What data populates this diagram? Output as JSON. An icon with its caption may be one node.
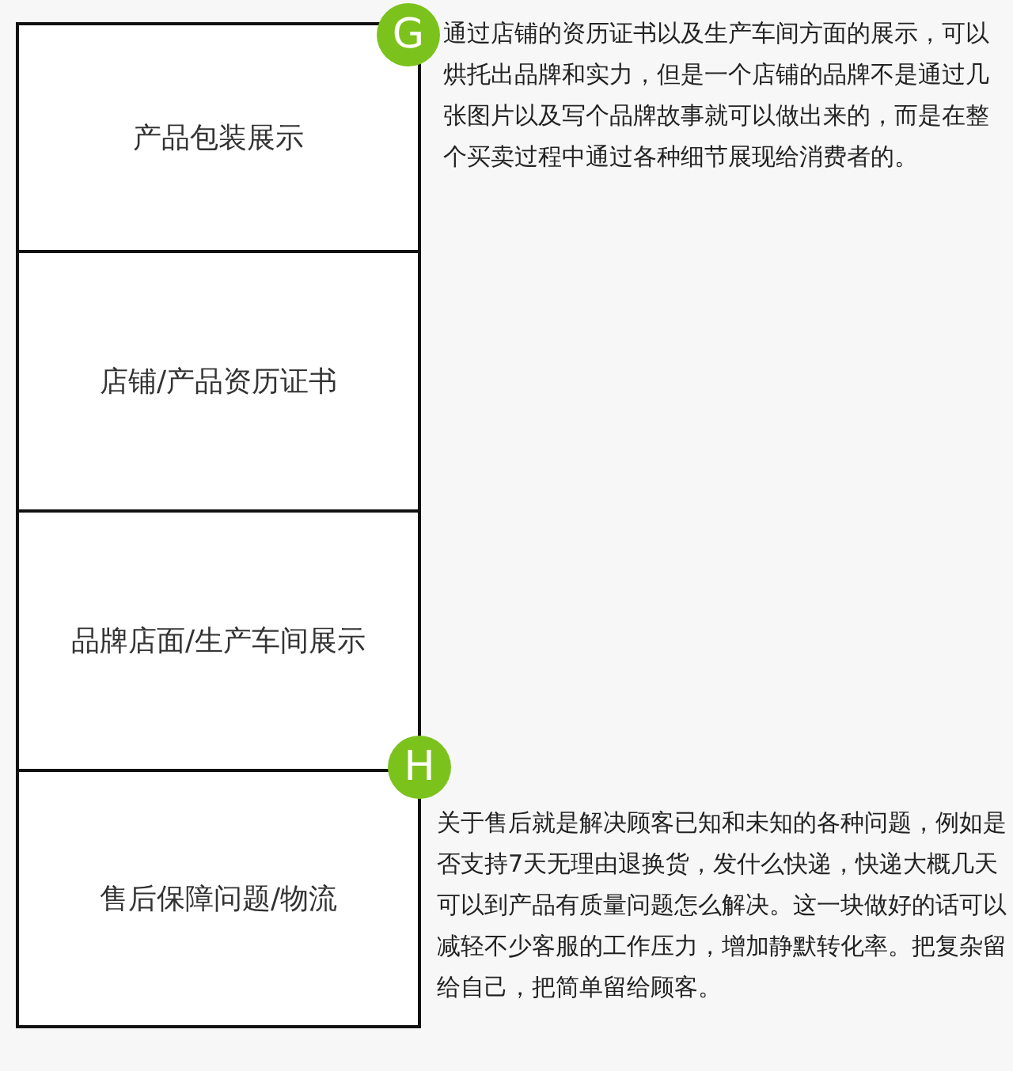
{
  "diagram": {
    "nodes": [
      {
        "text": [
          "产品包装展示"
        ]
      },
      {
        "text": [
          "店铺/产品资历证书"
        ]
      },
      {
        "text": [
          "品牌店面/生产车间展示"
        ]
      },
      {
        "text": [
          "售后保障问题/物流"
        ]
      },
      {
        "text": [
          "G"
        ],
        "beside": [
          "通过店铺的资历证书以及生产车间方面的展示，可以烘托出品牌和实力，但是一个店铺的品牌不是通过几张图片以及写个品牌故事就可以做出来的，而是在整个买卖过程中通过各种细节展现给消费者的。"
        ]
      },
      {
        "text": [
          "H"
        ],
        "beside": [
          "关于售后就是解决顾客已知和未知的各种问题，例如是否支持7天无理由退换货，发什么快递，快递大概几天可以到产品有质量问题怎么解决。这一块做好的话可以减轻不少客服的工作压力，增加静默转化率。把复杂留给自己，把简单留给顾客。"
        ]
      }
    ],
    "edges": []
  }
}
